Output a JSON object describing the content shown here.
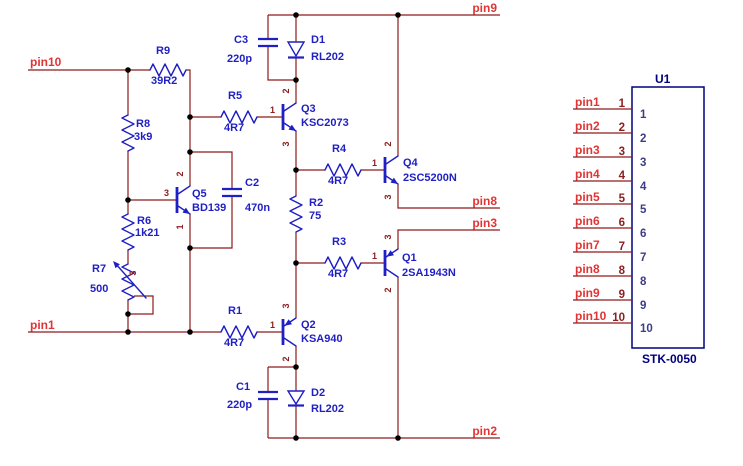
{
  "colors": {
    "wire": "#8e1a1a",
    "net_label": "#e03535",
    "symbol_blue": "#1f1fc4",
    "terminal_number": "#8b2020",
    "u1_inner_number": "#3d3d85",
    "u1_outline": "#00007d",
    "junction_dot": "#000000",
    "background": "#ffffff"
  },
  "components": {
    "r1": {
      "ref": "R1",
      "value": "4R7"
    },
    "r2": {
      "ref": "R2",
      "value": "75"
    },
    "r3": {
      "ref": "R3",
      "value": "4R7"
    },
    "r4": {
      "ref": "R4",
      "value": "4R7"
    },
    "r5": {
      "ref": "R5",
      "value": "4R7"
    },
    "r6": {
      "ref": "R6",
      "value": "1k21"
    },
    "r7": {
      "ref": "R7",
      "value": "500"
    },
    "r8": {
      "ref": "R8",
      "value": "3k9"
    },
    "r9": {
      "ref": "R9",
      "value": "39R2"
    },
    "c1": {
      "ref": "C1",
      "value": "220p"
    },
    "c2": {
      "ref": "C2",
      "value": "470n"
    },
    "c3": {
      "ref": "C3",
      "value": "220p"
    },
    "d1": {
      "ref": "D1",
      "value": "RL202"
    },
    "d2": {
      "ref": "D2",
      "value": "RL202"
    },
    "q1": {
      "ref": "Q1",
      "value": "2SA1943N"
    },
    "q2": {
      "ref": "Q2",
      "value": "KSA940"
    },
    "q3": {
      "ref": "Q3",
      "value": "KSC2073"
    },
    "q4": {
      "ref": "Q4",
      "value": "2SC5200N"
    },
    "q5": {
      "ref": "Q5",
      "value": "BD139"
    }
  },
  "nets": {
    "pin1": "pin1",
    "pin2": "pin2",
    "pin3": "pin3",
    "pin8": "pin8",
    "pin9": "pin9",
    "pin10": "pin10"
  },
  "pin_numbers": {
    "n1": "1",
    "n2": "2",
    "n3": "3"
  },
  "u1": {
    "ref": "U1",
    "part": "STK-0050",
    "pins": [
      {
        "net": "pin1",
        "num": "1"
      },
      {
        "net": "pin2",
        "num": "2"
      },
      {
        "net": "pin3",
        "num": "3"
      },
      {
        "net": "pin4",
        "num": "4"
      },
      {
        "net": "pin5",
        "num": "5"
      },
      {
        "net": "pin6",
        "num": "6"
      },
      {
        "net": "pin7",
        "num": "7"
      },
      {
        "net": "pin8",
        "num": "8"
      },
      {
        "net": "pin9",
        "num": "9"
      },
      {
        "net": "pin10",
        "num": "10"
      }
    ]
  }
}
